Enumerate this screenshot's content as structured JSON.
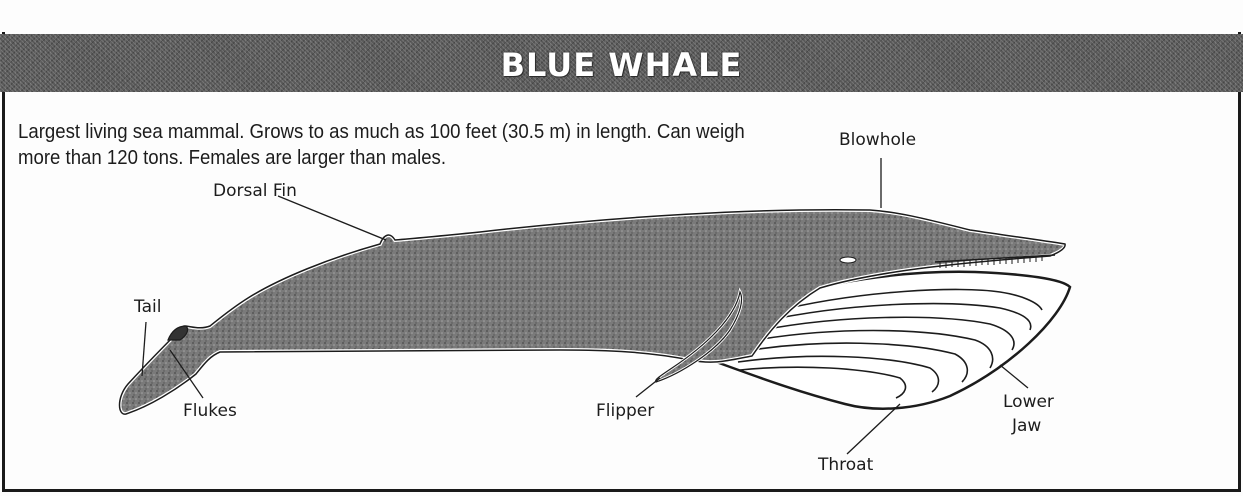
{
  "title": "BLUE WHALE",
  "description": "Largest living sea mammal. Grows to as much as 100 feet (30.5 m) in length. Can weigh more than 120 tons. Females are larger than males.",
  "labels": {
    "dorsal_fin": "Dorsal Fin",
    "blowhole": "Blowhole",
    "tail": "Tail",
    "flukes": "Flukes",
    "flipper": "Flipper",
    "lower_jaw_line1": "Lower",
    "lower_jaw_line2": "Jaw",
    "throat": "Throat"
  }
}
